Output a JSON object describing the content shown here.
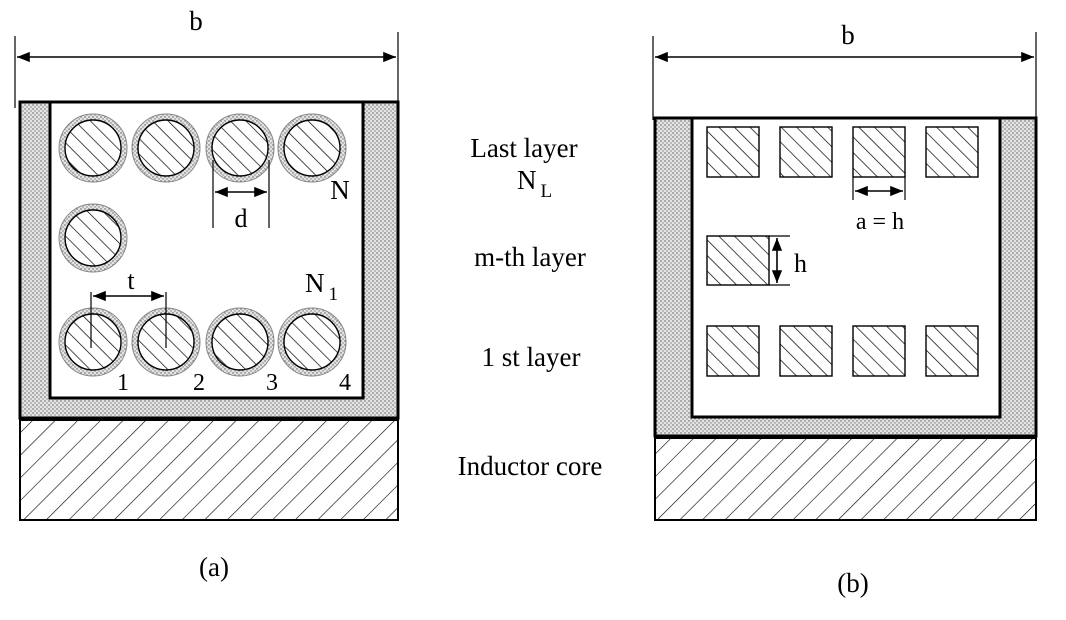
{
  "figure_a": {
    "dimension_label": "b",
    "wire_pitch_label": "t",
    "wire_diameter_label": "d",
    "top_layer_symbol": "N",
    "bottom_layer_symbol": "N",
    "bottom_layer_subscript": "1",
    "turn_numbers": [
      "1",
      "2",
      "3",
      "4"
    ],
    "caption": "(a)"
  },
  "middle_labels": {
    "last_layer": "Last layer",
    "last_layer_symbol": "N",
    "last_layer_subscript": "L",
    "mth_layer": "m-th layer",
    "first_layer": "1 st layer",
    "core": "Inductor core"
  },
  "figure_b": {
    "dimension_label": "b",
    "width_label": "a = h",
    "height_label": "h",
    "caption": "(b)"
  },
  "colors": {
    "ink": "#000000",
    "insulation_fill": "#d0d0d0",
    "background": "#ffffff"
  }
}
